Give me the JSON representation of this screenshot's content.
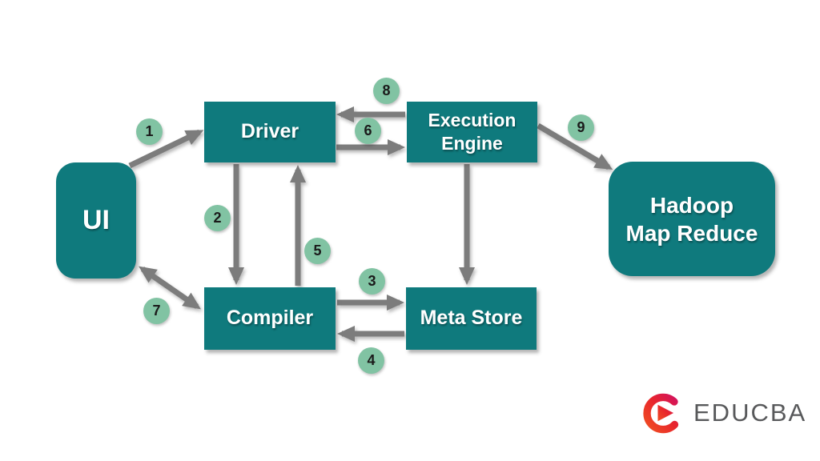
{
  "diagram": {
    "title_implicit": "Hive architecture flow",
    "boxes": {
      "ui": {
        "label": "UI"
      },
      "driver": {
        "label": "Driver"
      },
      "execution_engine": {
        "line1": "Execution",
        "line2": "Engine"
      },
      "compiler": {
        "label": "Compiler"
      },
      "meta_store": {
        "label": "Meta Store"
      },
      "hadoop": {
        "line1": "Hadoop",
        "line2": "Map Reduce"
      }
    },
    "step_labels": [
      "1",
      "2",
      "3",
      "4",
      "5",
      "6",
      "7",
      "8",
      "9"
    ],
    "connections": [
      "UI -> Driver (1)",
      "Driver -> Compiler (2)",
      "Compiler -> Meta Store (3)",
      "Meta Store -> Compiler (4)",
      "Compiler -> Driver (5)",
      "Driver -> Execution Engine (6)",
      "UI <-> Compiler (7)",
      "Execution Engine -> Driver (8)",
      "Execution Engine -> Hadoop Map Reduce (9)",
      "Execution Engine -> Meta Store"
    ],
    "colors": {
      "box_fill": "#0f7a7d",
      "badge_fill": "#81c3a3",
      "arrow": "#7c7c7c",
      "badge_text": "#1b1b1b",
      "box_text": "#ffffff"
    }
  },
  "branding": {
    "logo_text": "EDUCBA",
    "logo_colors": {
      "gradient_start": "#f04e23",
      "gradient_end": "#d4145a",
      "text": "#58595b"
    }
  }
}
